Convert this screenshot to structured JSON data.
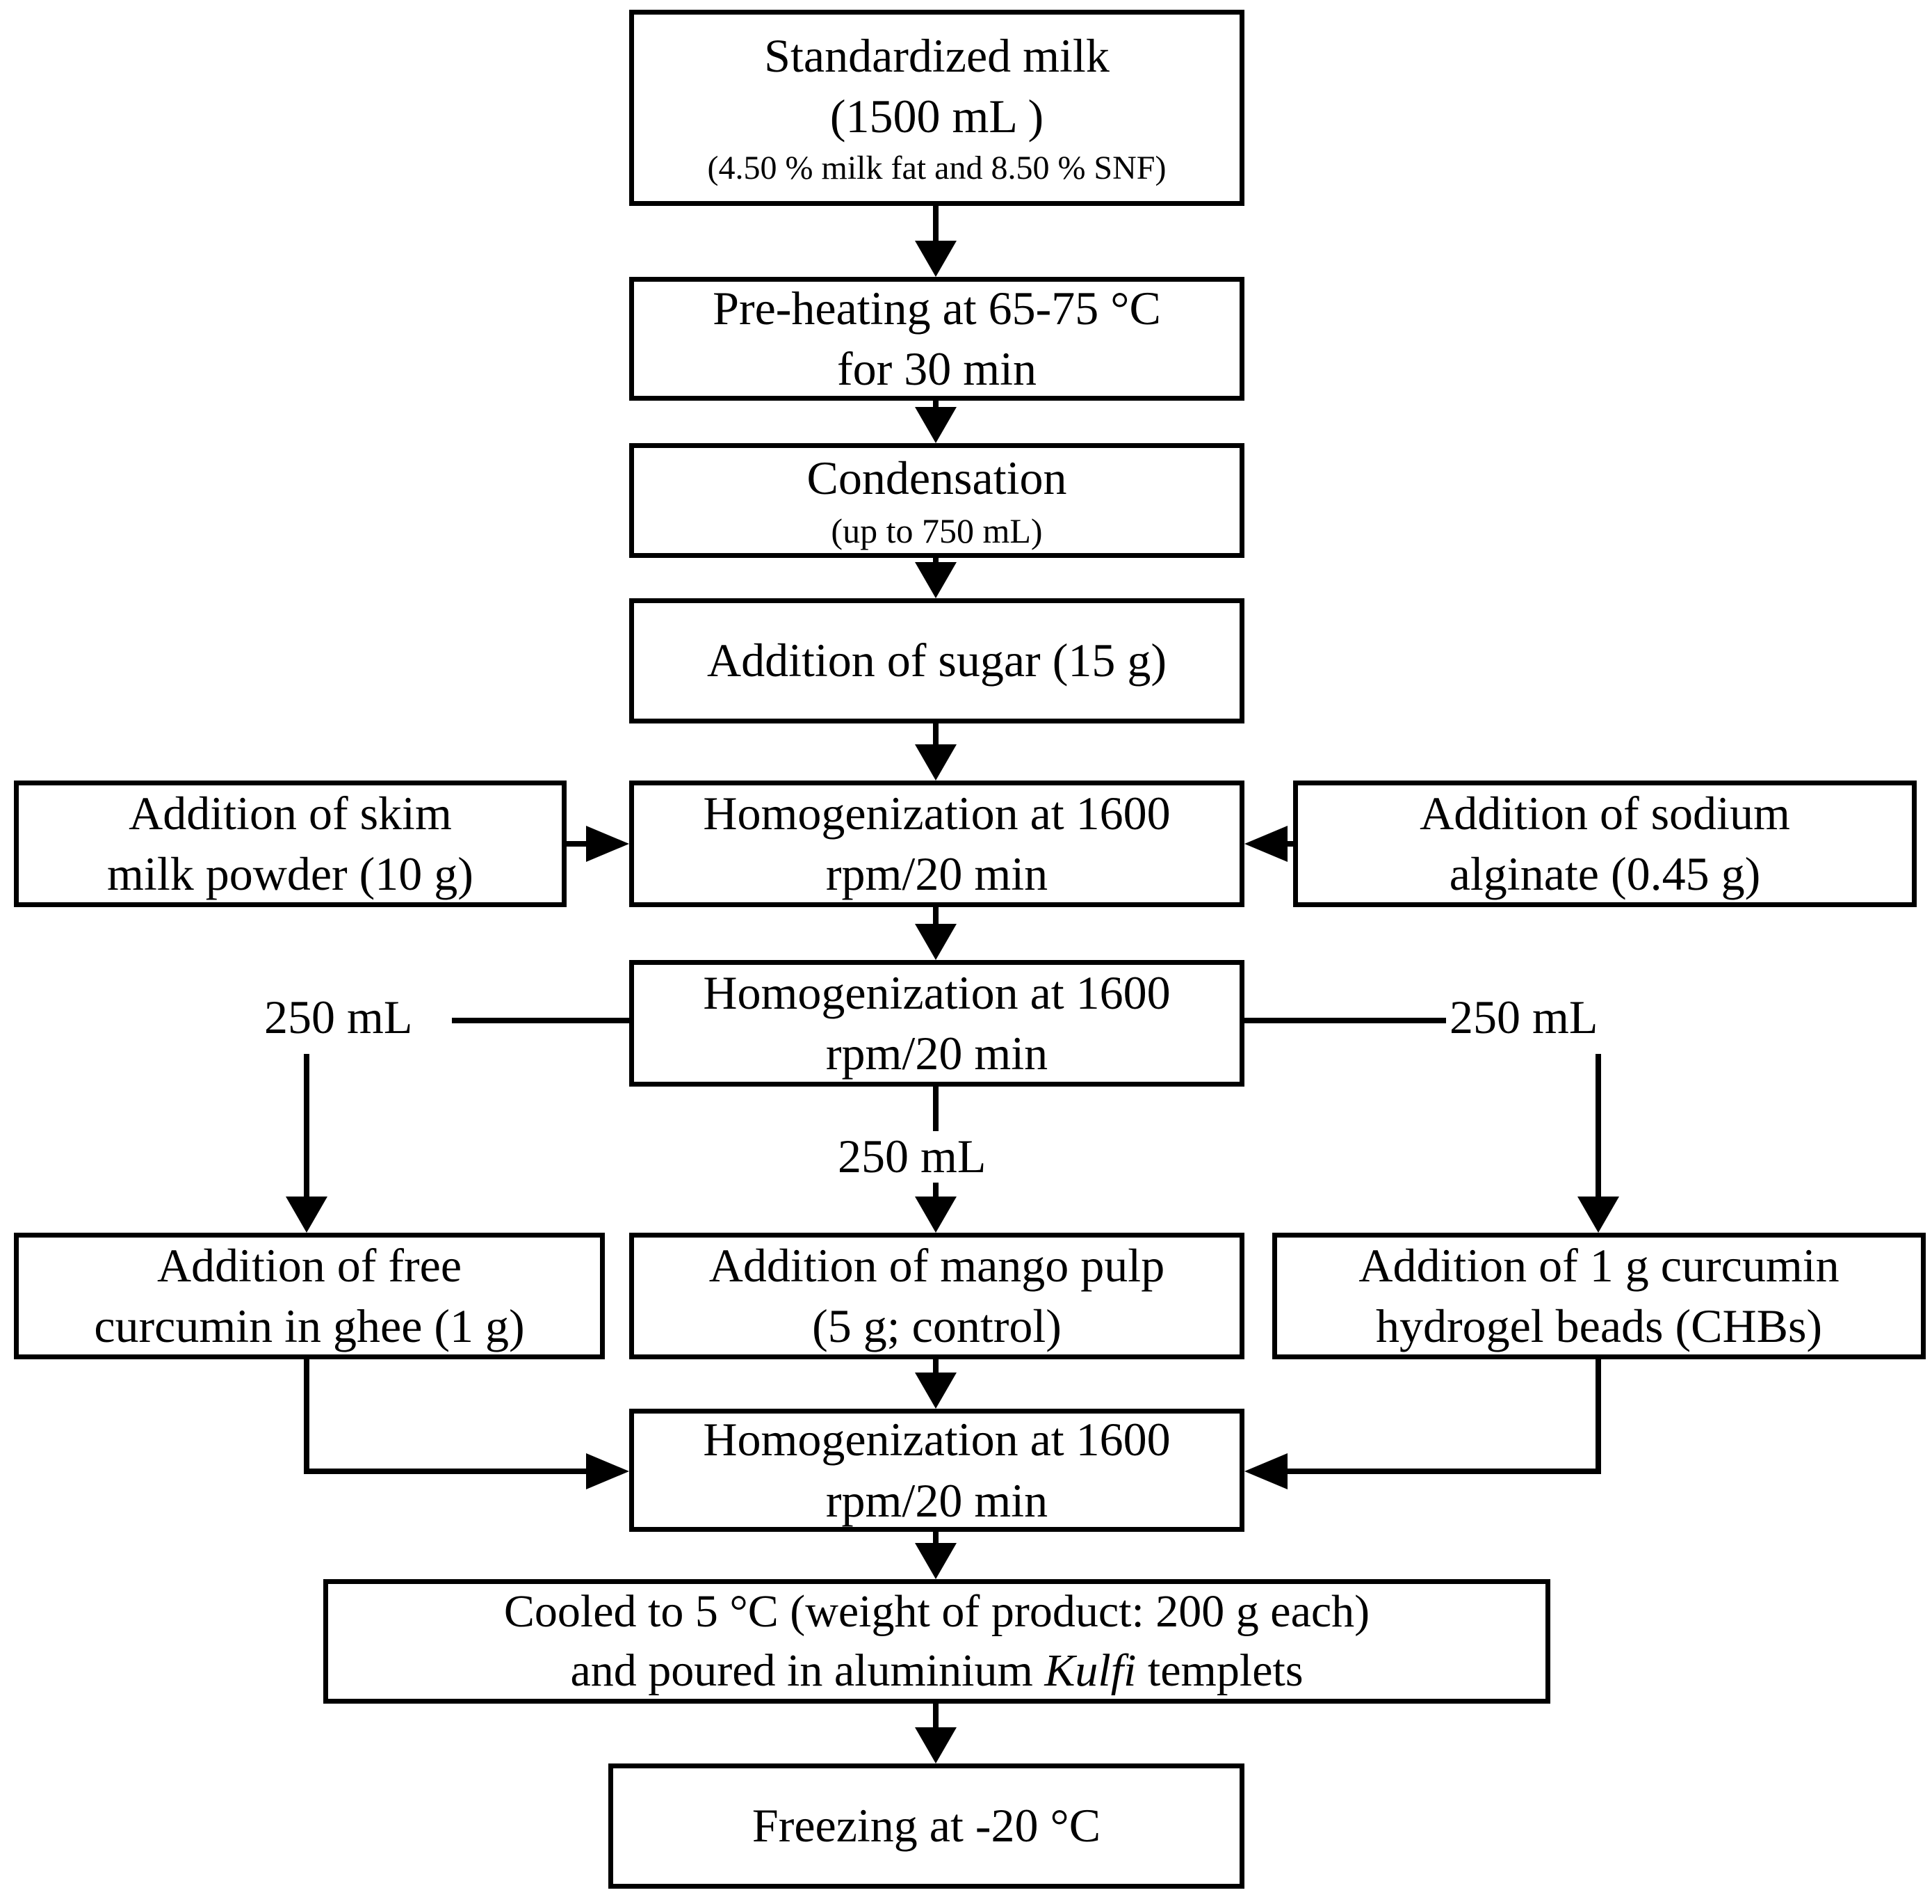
{
  "figure": {
    "colors": {
      "line": "#000000",
      "background": "#ffffff",
      "text": "#000000"
    },
    "boxes": {
      "standardized_milk": {
        "line1": "Standardized milk",
        "line2": "(1500 mL )",
        "line3": "(4.50 % milk fat and 8.50 % SNF)"
      },
      "preheating": {
        "line1": "Pre-heating at 65-75 °C",
        "line2": "for 30 min"
      },
      "condensation": {
        "line1": "Condensation",
        "line2": "(up to 750 mL)"
      },
      "sugar": {
        "line1": "Addition of sugar (15 g)"
      },
      "skim_milk": {
        "line1": "Addition of skim",
        "line2": "milk powder (10 g)"
      },
      "homogenization_1": {
        "line1": "Homogenization at 1600",
        "line2": "rpm/20 min"
      },
      "sodium_alginate": {
        "line1": "Addition of sodium",
        "line2": "alginate (0.45 g)"
      },
      "homogenization_2": {
        "line1": "Homogenization at 1600",
        "line2": "rpm/20 min"
      },
      "free_curcumin": {
        "line1": "Addition of free",
        "line2": "curcumin in ghee (1 g)"
      },
      "mango_pulp": {
        "line1": "Addition of mango pulp",
        "line2": "(5 g; control)"
      },
      "chb": {
        "line1": "Addition of 1 g curcumin",
        "line2": "hydrogel beads (CHBs)"
      },
      "homogenization_3": {
        "line1": "Homogenization at 1600",
        "line2": "rpm/20 min"
      },
      "cooled": {
        "line1": "Cooled to 5 °C (weight of product: 200 g each)",
        "line2_pre": "and poured in aluminium ",
        "line2_italic": "Kulfi",
        "line2_post": " templets"
      },
      "freezing": {
        "line1": "Freezing at -20 °C"
      }
    },
    "labels": {
      "volume_left": "250 mL",
      "volume_center": "250 mL",
      "volume_right": "250 mL"
    }
  }
}
